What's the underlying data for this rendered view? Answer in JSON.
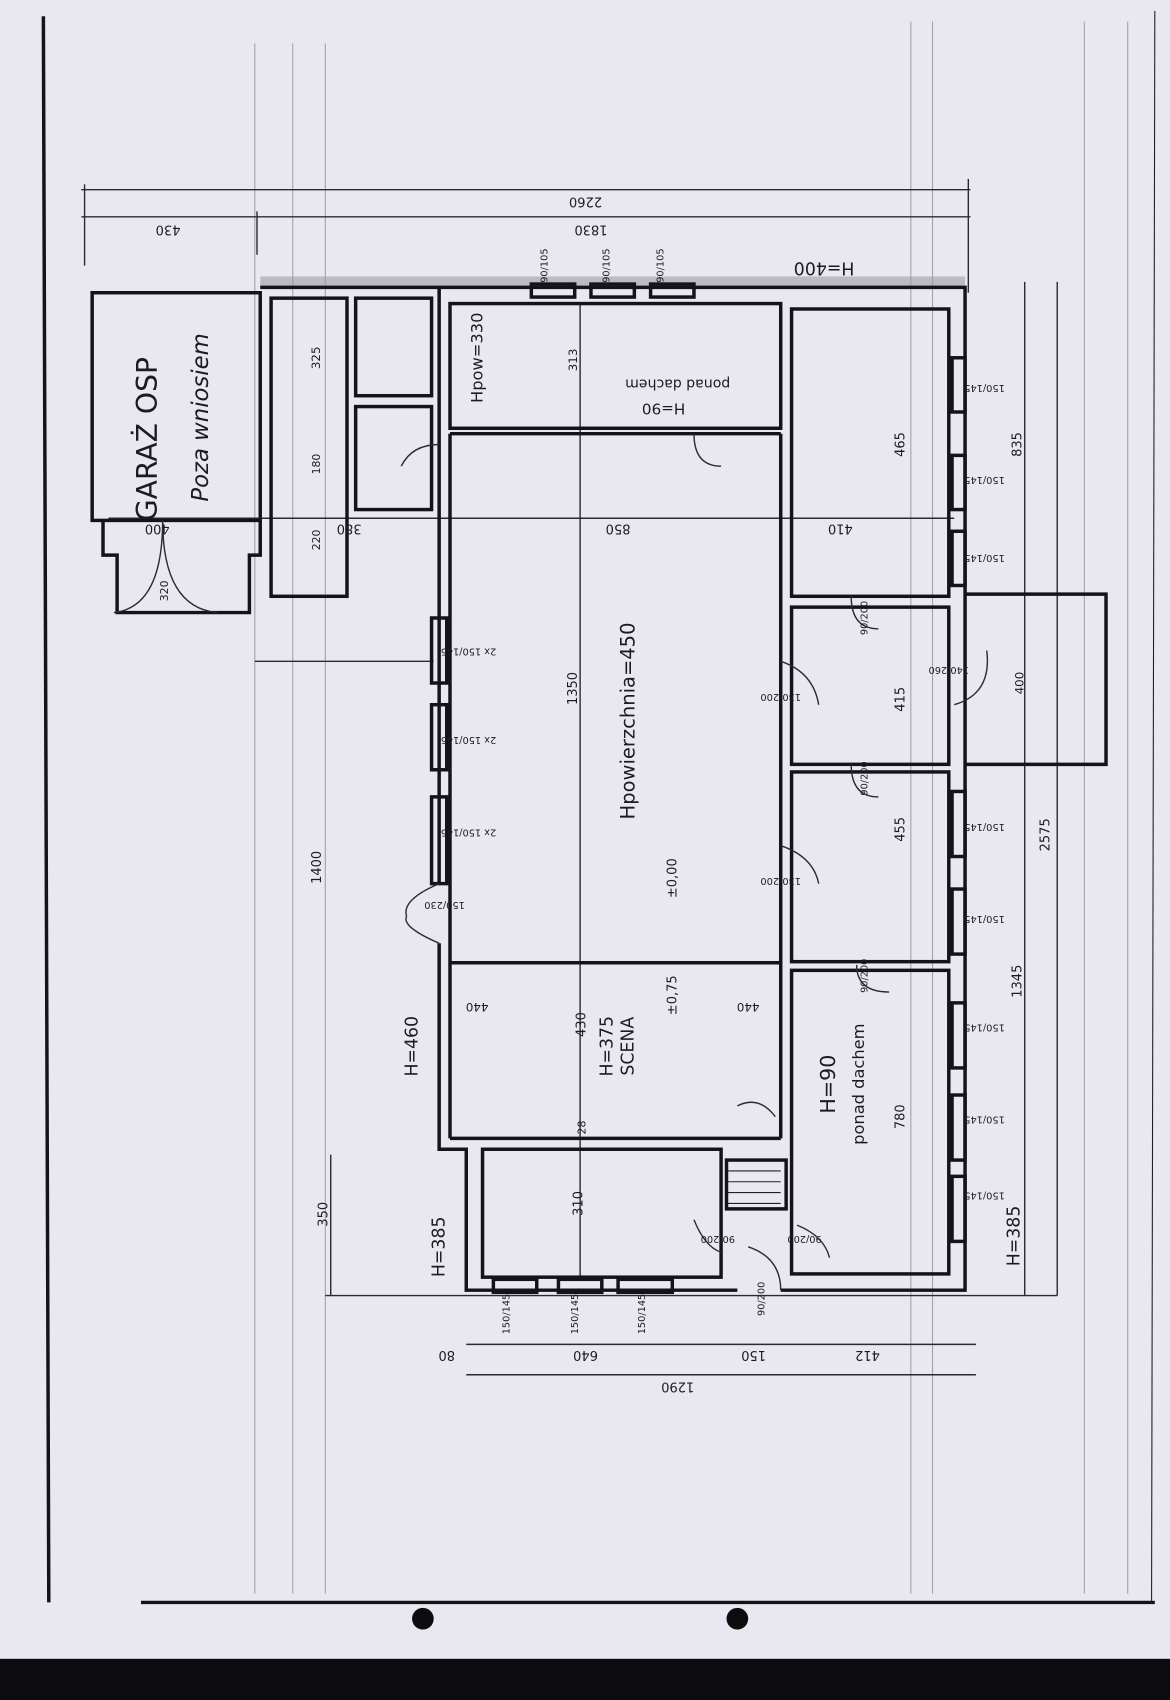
{
  "title": {
    "garage": "GARAŻ OSP",
    "garage_note": "Poza wniosiem"
  },
  "heights": {
    "top_left": "H=400",
    "room_top": "Hpow=330",
    "room_top_roof": "H=90",
    "room_top_roof_note": "ponad dachem",
    "hall": "Hpowierzchnia=450",
    "stage_h": "H=375",
    "stage": "SCENA",
    "right_roof": "H=90",
    "right_roof_note": "ponad dachem",
    "left_wall": "H=460",
    "left_low": "H=385",
    "right_low": "H=385",
    "level_hall": "±0,00",
    "level_stage": "±0,75"
  },
  "dimensions": {
    "total_top": "2260",
    "top_main": "1830",
    "top_garage": "430",
    "hall_width": "850",
    "hall_length": "1350",
    "stage_depth": "430",
    "left_total": "1400",
    "left_lower": "350",
    "right_total": "2575",
    "right_lower": "1345",
    "right_upper": "835",
    "bottom_total": "1290",
    "bottom_640": "640",
    "bottom_80": "80",
    "bottom_150": "150",
    "bottom_412": "412",
    "room_310": "310",
    "room_780": "780",
    "room_455": "455",
    "room_415": "415",
    "room_465": "465",
    "room_410": "410",
    "garage_400": "400",
    "wc_380": "380",
    "garage_door": "320",
    "wc_325": "325",
    "wc_180": "180",
    "wc_220": "220",
    "stage_440_a": "440",
    "stage_440_b": "440",
    "room_top_313": "313",
    "porch_400": "400",
    "wall_28": "28"
  },
  "windows": {
    "left": [
      "2x 150/145",
      "2x 150/145",
      "2x 150/145"
    ],
    "top": [
      "90/105",
      "90/105",
      "90/105"
    ],
    "bottom": [
      "150/145",
      "150/145",
      "150/145"
    ],
    "right": [
      "150/145",
      "150/145",
      "150/145",
      "150/145",
      "150/145",
      "150/145",
      "150/145",
      "150/145"
    ]
  },
  "doors": [
    "150/230",
    "130/200",
    "130/200",
    "90/200",
    "90/200",
    "90/200",
    "90/200",
    "90/200",
    "90/200",
    "140/260"
  ]
}
